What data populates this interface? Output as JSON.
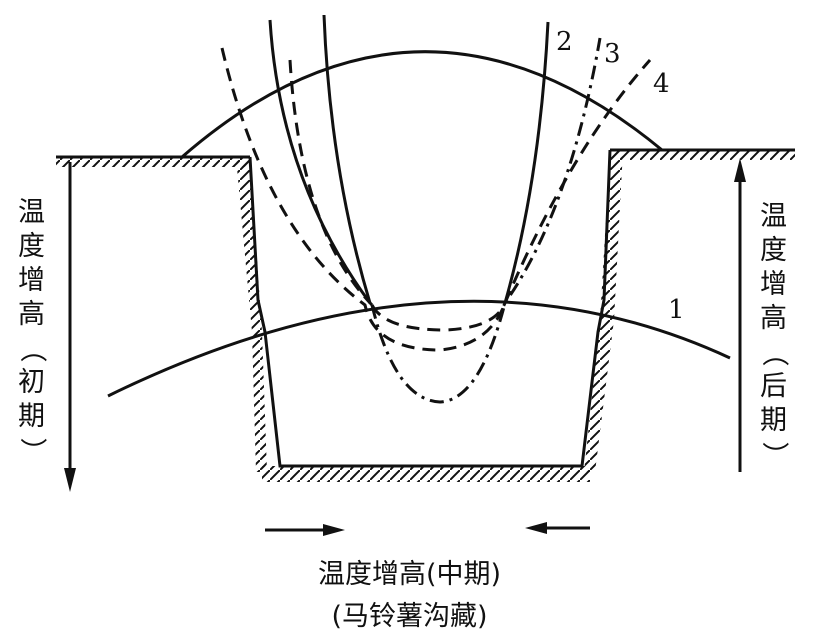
{
  "curve_labels": [
    "1",
    "2",
    "3",
    "4"
  ],
  "left_label": [
    "温",
    "度",
    "增",
    "高",
    "（",
    "初",
    "期",
    "）"
  ],
  "right_label": [
    "温",
    "度",
    "增",
    "高",
    "（",
    "后",
    "期",
    "）"
  ],
  "caption_main": "温度增高(中期)",
  "caption_sub": "(马铃薯沟藏)"
}
